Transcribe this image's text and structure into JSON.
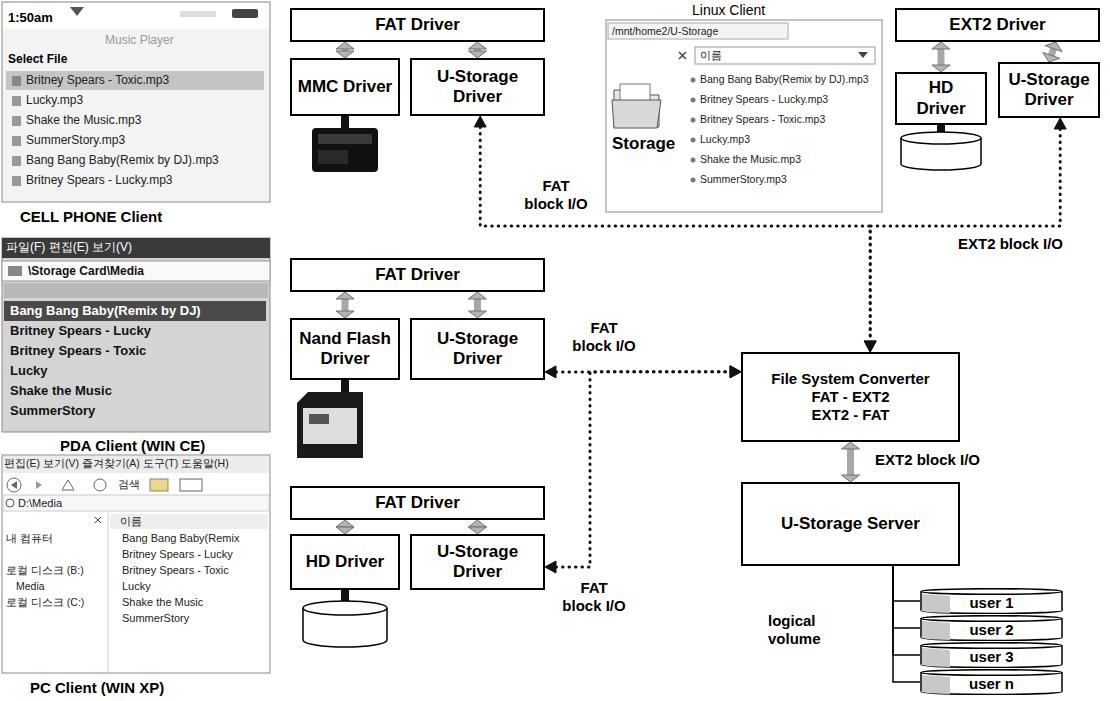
{
  "diagram": {
    "nodes": [
      {
        "text": [
          "FAT Driver"
        ]
      },
      {
        "text": [
          "MMC Driver"
        ]
      },
      {
        "text": [
          "U-Storage Driver"
        ]
      },
      {
        "text": [
          "EXT2 Driver"
        ]
      },
      {
        "text": [
          "HD Driver"
        ]
      },
      {
        "text": [
          "U-Storage Driver"
        ]
      },
      {
        "text": [
          "FAT Driver"
        ]
      },
      {
        "text": [
          "Nand Flash Driver"
        ]
      },
      {
        "text": [
          "U-Storage Driver"
        ]
      },
      {
        "text": [
          "FAT Driver"
        ]
      },
      {
        "text": [
          "HD Driver"
        ]
      },
      {
        "text": [
          "U-Storage Driver"
        ]
      },
      {
        "text": [
          "File System Converter",
          "FAT - EXT2",
          "EXT2 - FAT"
        ]
      },
      {
        "text": [
          "U-Storage Server"
        ]
      },
      {
        "text": [
          "user 1"
        ]
      },
      {
        "text": [
          "user 2"
        ]
      },
      {
        "text": [
          "user 3"
        ]
      },
      {
        "text": [
          "user n"
        ]
      }
    ],
    "edges": [
      {
        "from": 0,
        "to": 1,
        "arrow": "both"
      },
      {
        "from": 0,
        "to": 2,
        "arrow": "both"
      },
      {
        "from": 3,
        "to": 4,
        "arrow": "both"
      },
      {
        "from": 3,
        "to": 5,
        "arrow": "both"
      },
      {
        "from": 6,
        "to": 7,
        "arrow": "both"
      },
      {
        "from": 6,
        "to": 8,
        "arrow": "both"
      },
      {
        "from": 9,
        "to": 10,
        "arrow": "both"
      },
      {
        "from": 9,
        "to": 11,
        "arrow": "both"
      },
      {
        "from": 2,
        "to": 12,
        "label": "FAT block I/O",
        "arrow": "both"
      },
      {
        "from": 5,
        "to": 12,
        "label": "EXT2 block I/O",
        "arrow": "both"
      },
      {
        "from": 8,
        "to": 12,
        "label": "FAT block I/O",
        "arrow": "both"
      },
      {
        "from": 11,
        "to": 12,
        "label": "FAT block I/O",
        "arrow": "both"
      },
      {
        "from": 12,
        "to": 13,
        "label": "EXT2 block I/O",
        "arrow": "both"
      },
      {
        "from": 13,
        "to": 14,
        "arrow": "none"
      },
      {
        "from": 13,
        "to": 15,
        "arrow": "none"
      },
      {
        "from": 13,
        "to": 16,
        "arrow": "none"
      },
      {
        "from": 13,
        "to": 17,
        "arrow": "none"
      }
    ],
    "labels": [
      "CELL PHONE Client",
      "1:50am",
      "Music Player",
      "Select File",
      "Britney Spears - Toxic.mp3",
      "Lucky.mp3",
      "Shake the Music.mp3",
      "SummerStory.mp3",
      "Bang Bang Baby(Remix by DJ).mp3",
      "Britney Spears - Lucky.mp3",
      "Linux Client",
      "/mnt/home2/U-Storage",
      "이름",
      "Bang Bang Baby(Remix by DJ).mp3",
      "Britney Spears - Lucky.mp3",
      "Britney Spears - Toxic.mp3",
      "Lucky.mp3",
      "Shake the Music.mp3",
      "SummerStory.mp3",
      "Storage",
      "PDA Client (WIN CE)",
      "파일(F) 편집(E) 보기(V)",
      "\\Storage Card\\Media",
      "Bang Bang Baby(Remix by DJ)",
      "Britney Spears - Lucky",
      "Britney Spears - Toxic",
      "Lucky",
      "Shake the Music",
      "SummerStory",
      "PC Client (WIN XP)",
      "편집(E) 보기(V) 즐겨찾기(A) 도구(T) 도움말(H)",
      "검색",
      "D:\\Media",
      "이름",
      "Bang Bang Baby(Remix",
      "Britney Spears - Lucky",
      "Britney Spears - Toxic",
      "Lucky",
      "Shake the Music",
      "SummerStory",
      "내 컴퓨터",
      "로컬 디스크 (B:)",
      "Media",
      "로컬 디스크 (C:)",
      "logical volume"
    ]
  }
}
